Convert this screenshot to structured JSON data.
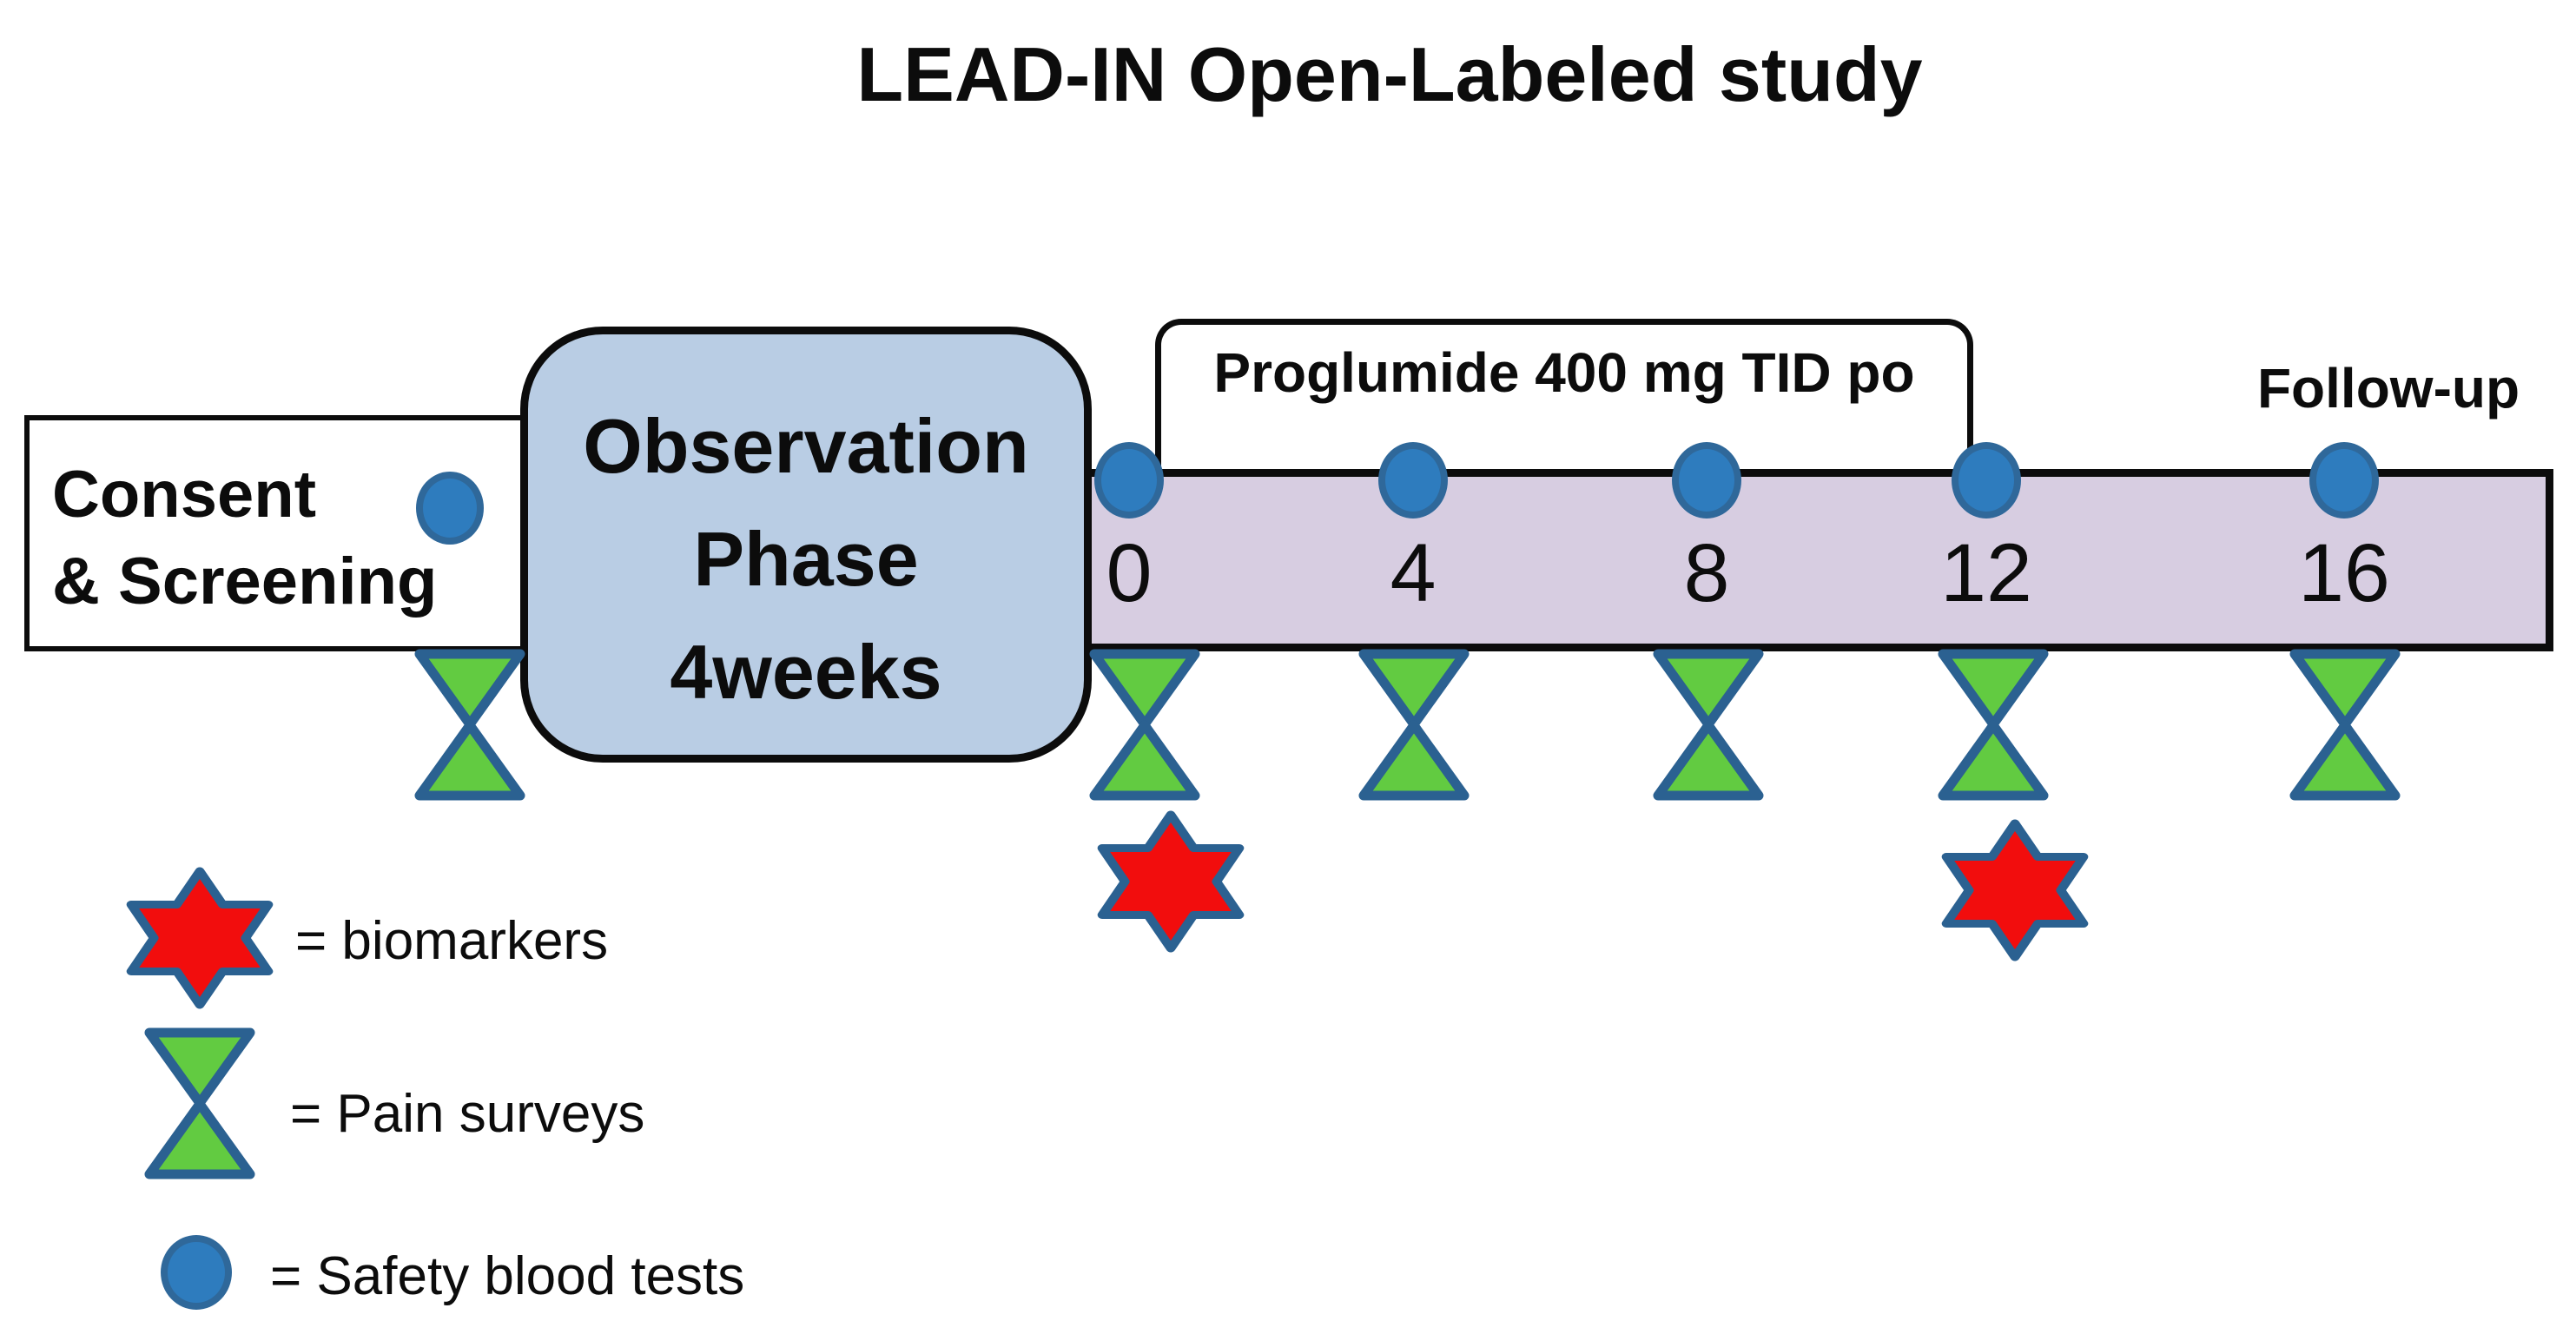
{
  "title": "LEAD-IN Open-Labeled study",
  "consent_box": {
    "line1": "Consent",
    "line2": "& Screening"
  },
  "observation_box": {
    "line1": "Observation",
    "line2": "Phase",
    "line3": "4weeks"
  },
  "treatment": {
    "label": "Proglumide 400 mg TID po"
  },
  "followup_label": "Follow-up",
  "timeline": {
    "week_labels": [
      "0",
      "4",
      "8",
      "12",
      "16"
    ],
    "safety_blood_test_points": [
      "screening",
      "0",
      "4",
      "8",
      "12",
      "16"
    ],
    "pain_survey_points": [
      "screening",
      "0",
      "4",
      "8",
      "12",
      "16"
    ],
    "biomarker_points": [
      "0",
      "12"
    ]
  },
  "legend": {
    "items": [
      {
        "icon": "biomarker-star",
        "label": "= biomarkers"
      },
      {
        "icon": "pain-survey-hourglass",
        "label": "= Pain surveys"
      },
      {
        "icon": "safety-blood-test-circle",
        "label": "= Safety blood tests"
      }
    ]
  },
  "colors": {
    "biomarker_fill": "#f20d0d",
    "pain_survey_fill": "#62cb41",
    "safety_test_fill": "#2e7cbe",
    "symbol_stroke": "#2b6191",
    "observation_box_fill": "#b9cde4",
    "timeline_bar_fill": "#d7cde1",
    "outline": "#0c0c0c"
  }
}
